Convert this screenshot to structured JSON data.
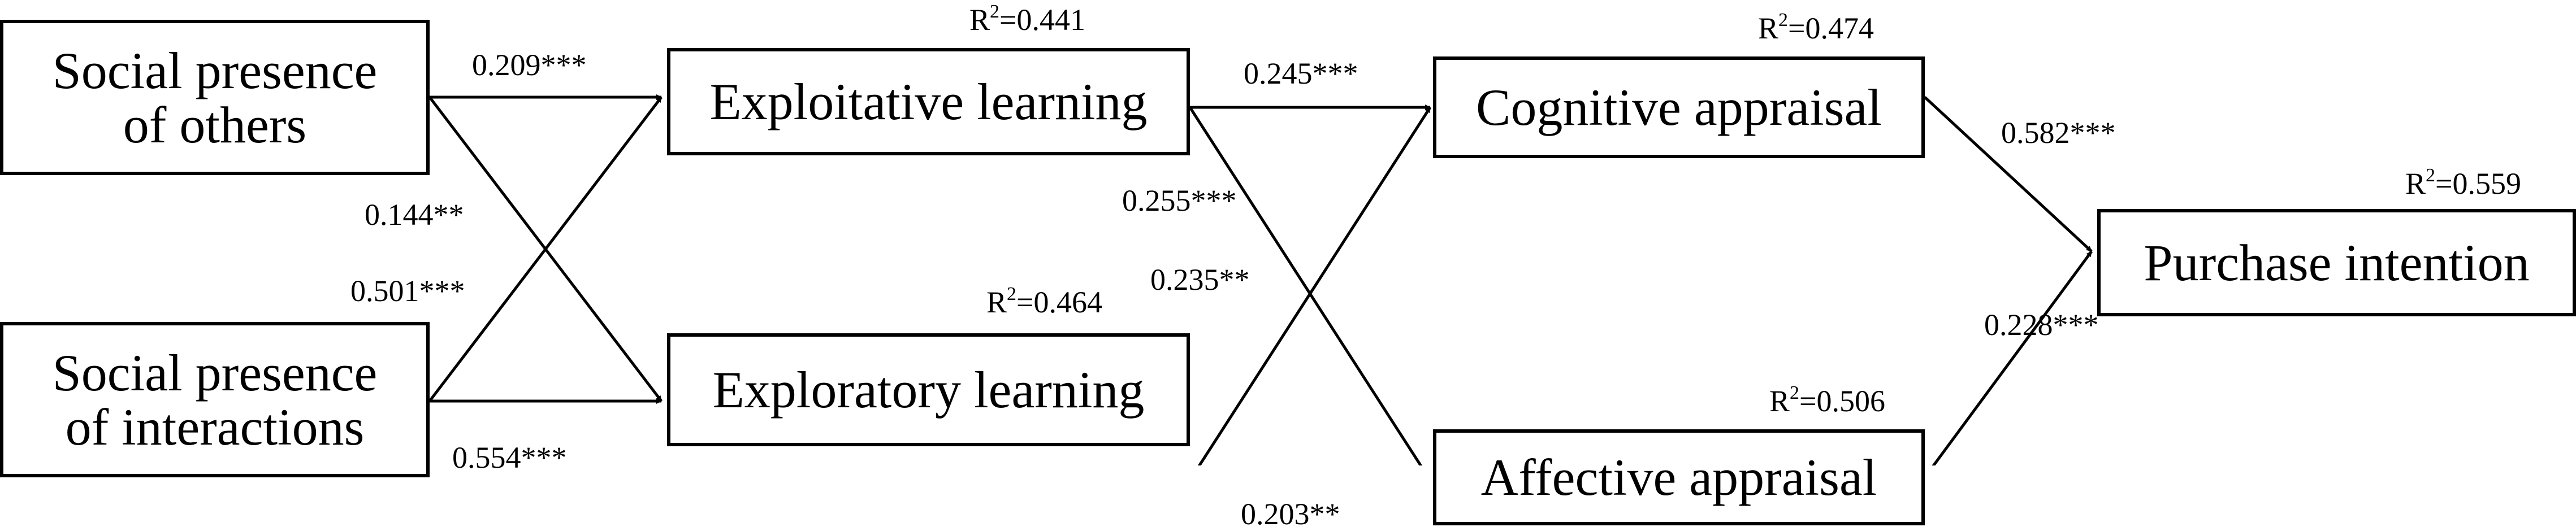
{
  "nodes": {
    "spo": {
      "line1": "Social presence",
      "line2": "of others"
    },
    "spi": {
      "line1": "Social presence",
      "line2": "of interactions"
    },
    "exploitative": {
      "label": "Exploitative learning",
      "r2_value": "=0.441"
    },
    "exploratory": {
      "label": "Exploratory learning",
      "r2_value": "=0.464"
    },
    "cognitive": {
      "label": "Cognitive appraisal",
      "r2_value": "=0.474"
    },
    "affective": {
      "label": "Affective appraisal",
      "r2_value": "=0.506"
    },
    "purchase": {
      "label": "Purchase intention",
      "r2_value": "=0.559"
    }
  },
  "r2_prefix": "R",
  "r2_exponent": "2",
  "paths": {
    "spo_exploit": "0.209***",
    "spo_explor": "0.144**",
    "spi_exploit": "0.501***",
    "spi_explor": "0.554***",
    "exploit_cog": "0.245***",
    "exploit_aff": "0.255***",
    "explor_cog": "0.235**",
    "explor_aff": "0.203**",
    "cog_pi": "0.582***",
    "aff_pi": "0.228***"
  }
}
